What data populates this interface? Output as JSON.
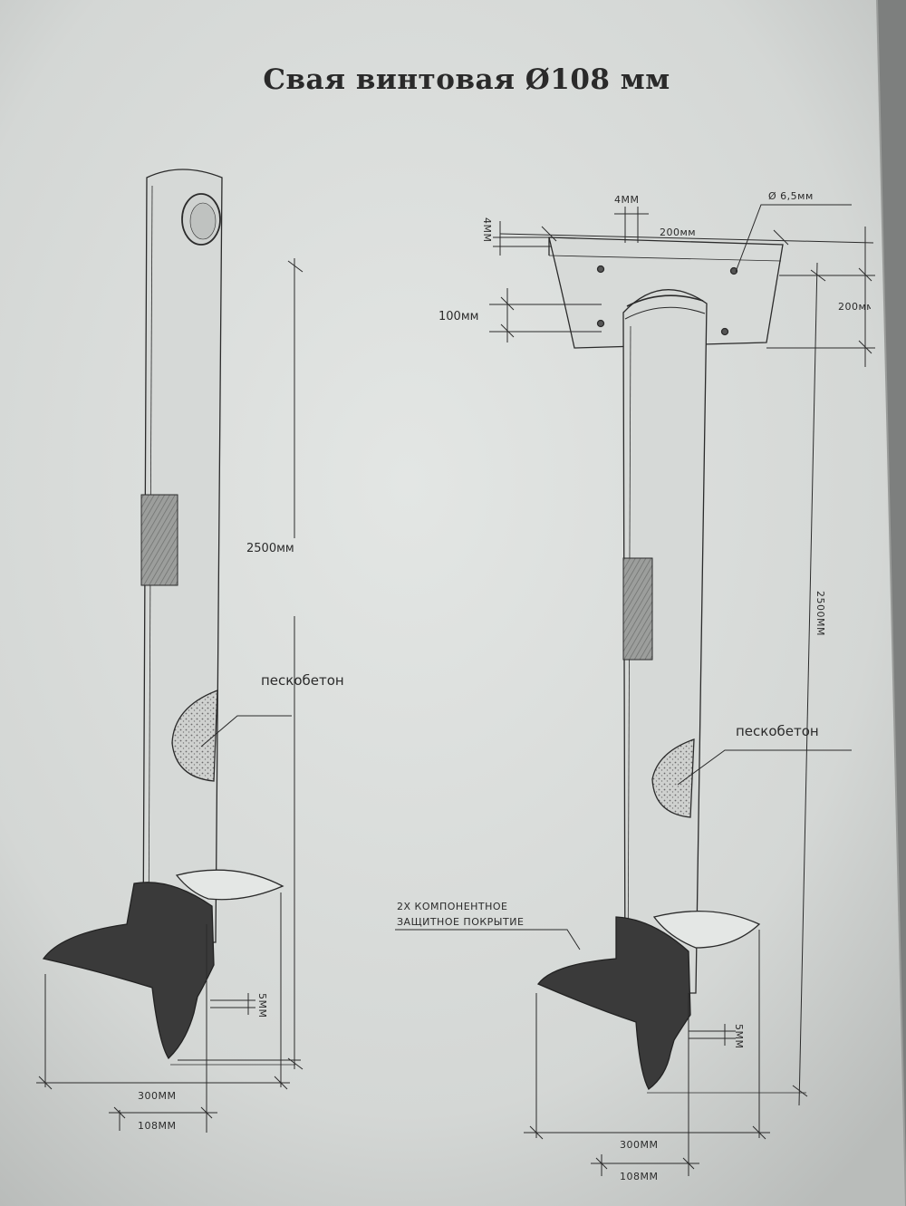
{
  "title": "Свая винтовая Ø108 мм",
  "left_pile": {
    "length_label": "2500мм",
    "fill_label": "пескобетон",
    "blade_label": "300ММ",
    "pipe_label": "108ММ",
    "thickness_label": "5ММ"
  },
  "right_pile": {
    "plate_thickness_label": "4ММ",
    "hole_label": "Ø 6,5мм",
    "plate_width_label": "200мм",
    "plate_side_label": "4ММ",
    "hole_offset_label": "100мм",
    "plate_depth_label": "200мм",
    "length_label": "2500ММ",
    "fill_label": "пескобетон",
    "coating_label_line1": "2Х КОМПОНЕНТНОЕ",
    "coating_label_line2": "ЗАЩИТНОЕ ПОКРЫТИЕ",
    "thickness_label": "5ММ",
    "blade_label": "300ММ",
    "pipe_label": "108ММ"
  },
  "colors": {
    "paper": "#d9dcda",
    "frame": "#7d7f7e",
    "ink": "#2b2b2b",
    "blade": "#3a3a3a"
  }
}
